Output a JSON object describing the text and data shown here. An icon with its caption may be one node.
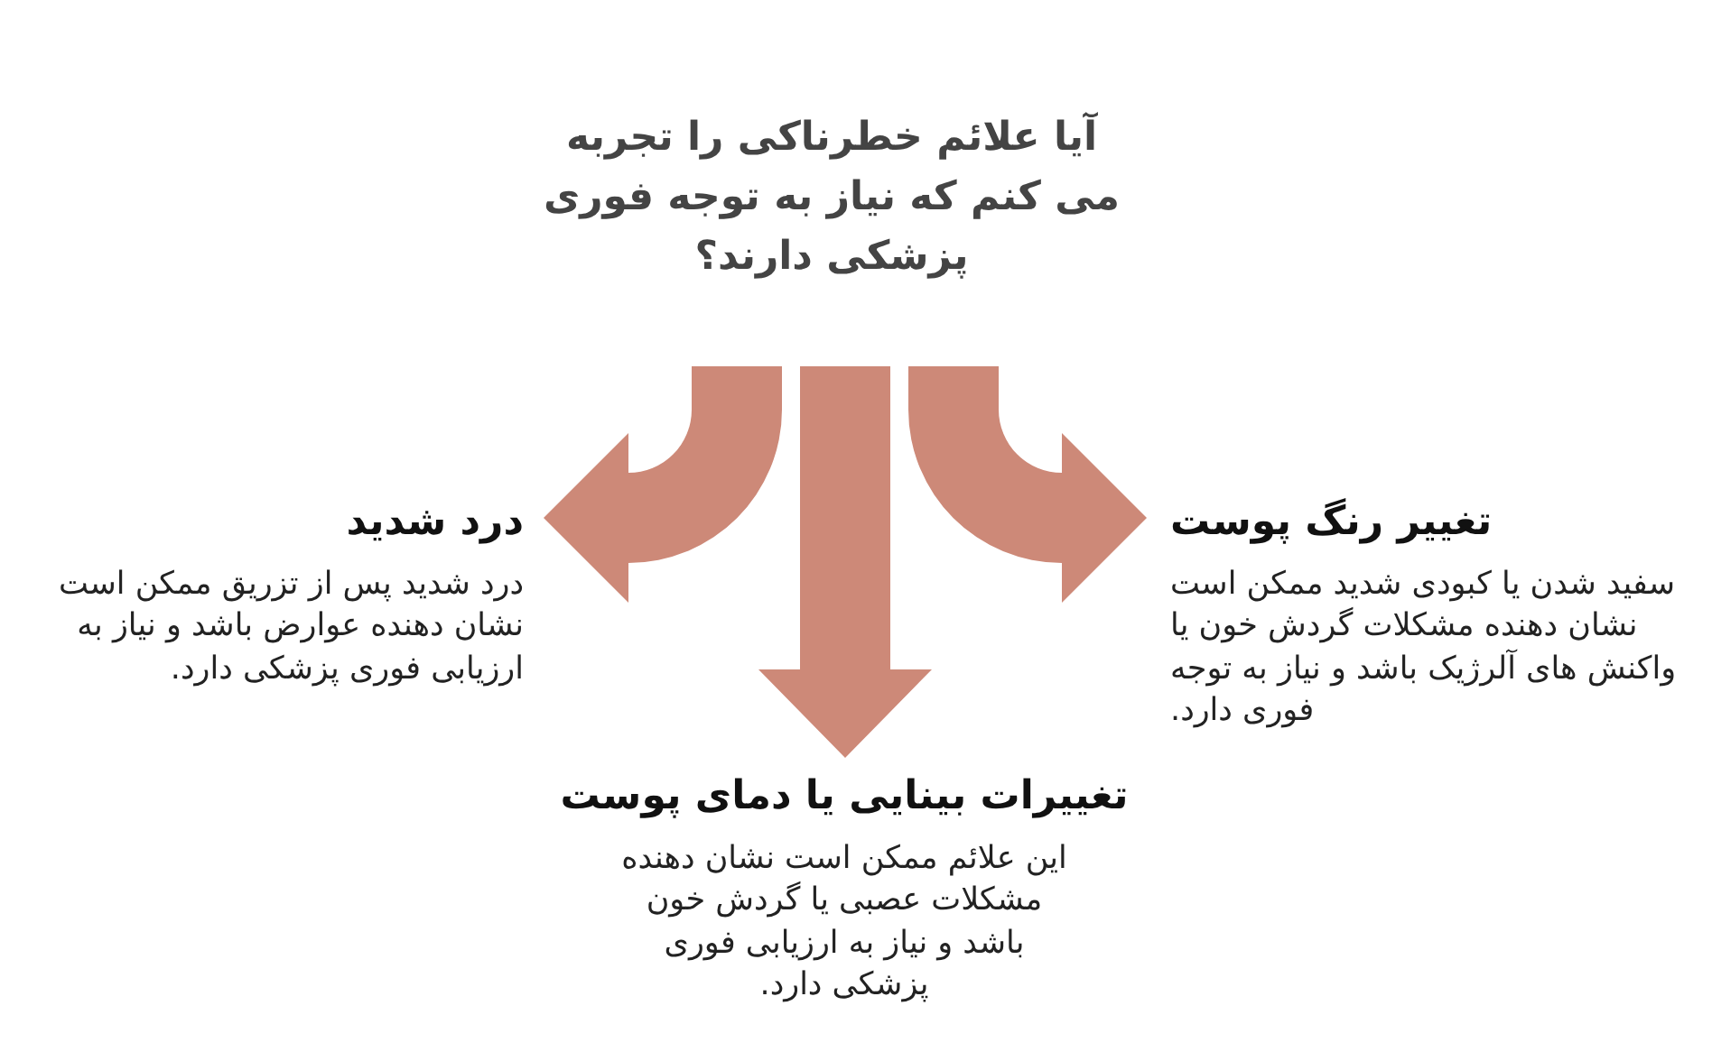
{
  "diagram": {
    "nodes": [
      {
        "text": [
          "آیا علائم خطرناکی را تجربه می کنم که نیاز به توجه فوری پزشکی دارند؟"
        ]
      },
      {
        "text": [
          "درد شدید",
          "درد شدید پس از تزریق ممکن است نشان دهنده عوارض باشد و نیاز به ارزیابی فوری پزشکی دارد."
        ]
      },
      {
        "text": [
          "تغییرات بینایی یا دمای پوست",
          "این علائم ممکن است نشان دهنده مشکلات عصبی یا گردش خون باشد و نیاز به ارزیابی فوری پزشکی دارد."
        ]
      },
      {
        "text": [
          "تغییر رنگ پوست",
          "سفید شدن یا کبودی شدید ممکن است نشان دهنده مشکلات گردش خون یا واکنش های آلرژیک باشد و نیاز به توجه فوری دارد."
        ]
      }
    ],
    "edges": [
      {
        "from": 0,
        "to": 1,
        "arrow": "to"
      },
      {
        "from": 0,
        "to": 2,
        "arrow": "to"
      },
      {
        "from": 0,
        "to": 3,
        "arrow": "to"
      }
    ]
  }
}
